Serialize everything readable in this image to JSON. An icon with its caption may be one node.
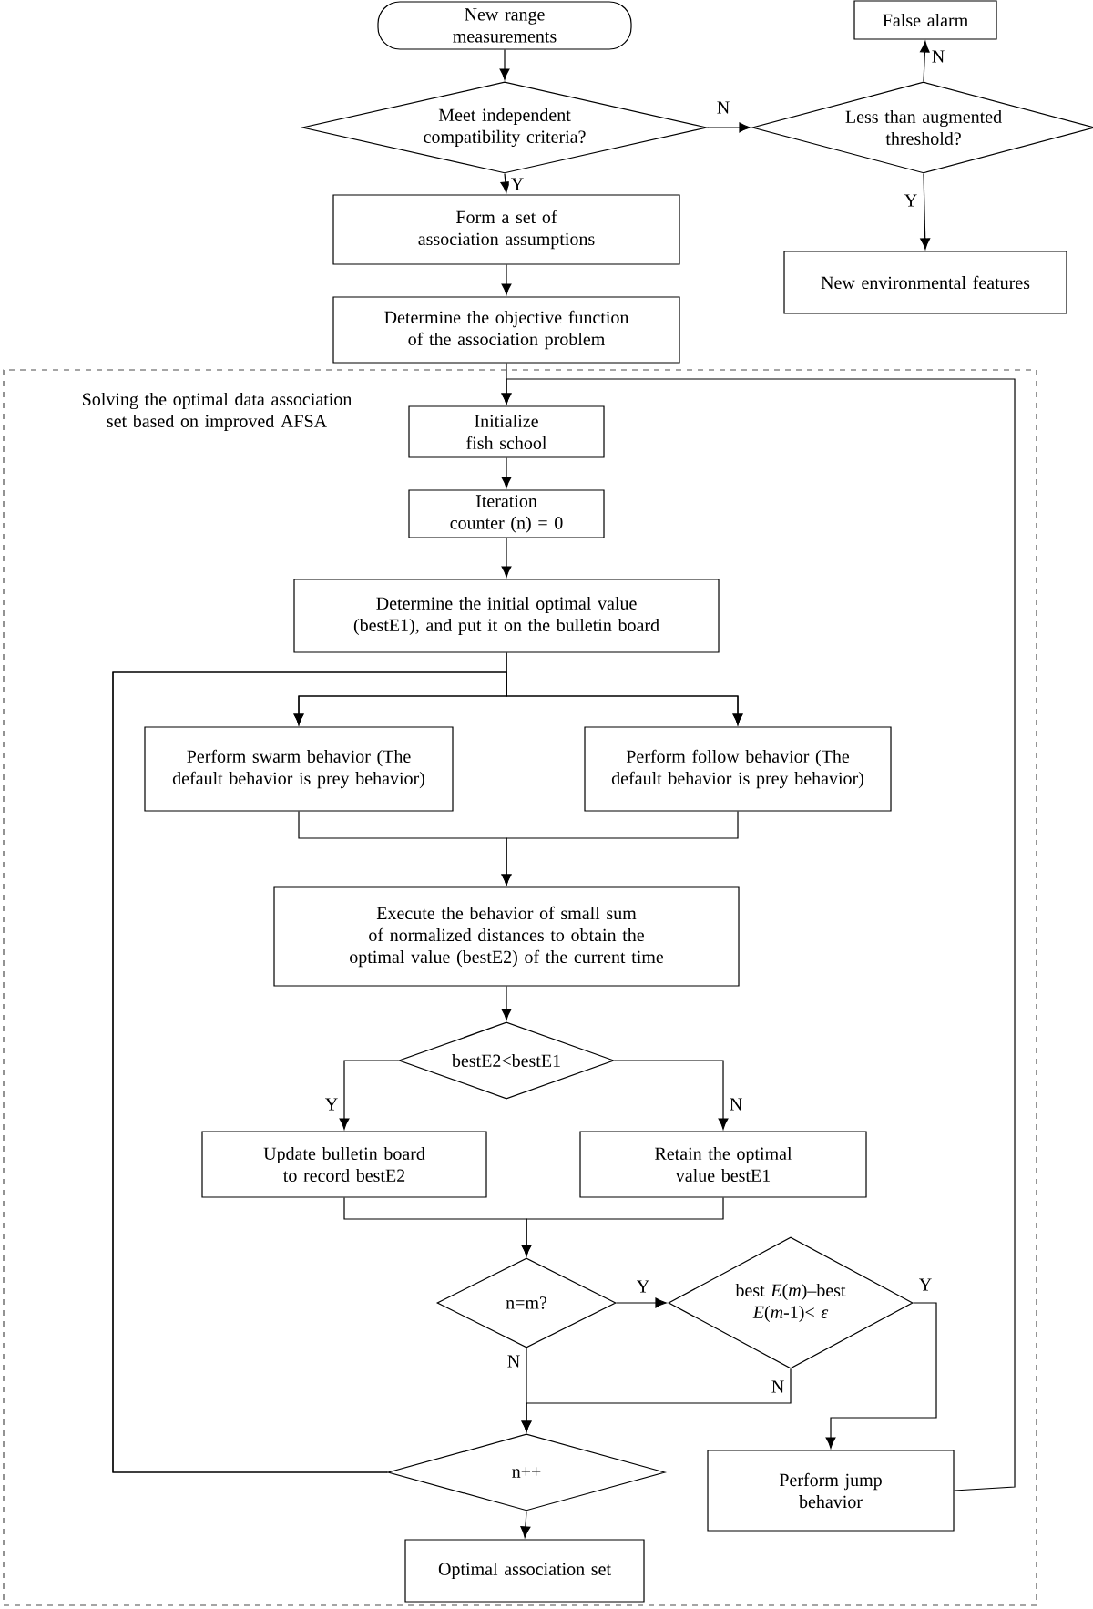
{
  "diagram": {
    "nodes": [
      {
        "text": [
          "New range measurements"
        ]
      },
      {
        "text": [
          "Meet independent compatibility criteria?"
        ]
      },
      {
        "text": [
          "False alarm"
        ]
      },
      {
        "text": [
          "Less than augmented threshold?"
        ]
      },
      {
        "text": [
          "Form a set of association assumptions"
        ]
      },
      {
        "text": [
          "New environmental features"
        ]
      },
      {
        "text": [
          "Determine the objective function of the association problem"
        ]
      },
      {
        "text": [
          "Solving the optimal data association set based on improved AFSA"
        ]
      },
      {
        "text": [
          "Initialize fish school"
        ],
        "in": 7
      },
      {
        "text": [
          "Iteration counter (n) = 0"
        ],
        "in": 7
      },
      {
        "text": [
          "Determine the initial optimal value (bestE1), and put it on the bulletin board"
        ],
        "in": 7
      },
      {
        "text": [
          "Perform swarm behavior (The default behavior is prey behavior)"
        ],
        "in": 7
      },
      {
        "text": [
          "Perform follow behavior (The default behavior is prey behavior)"
        ],
        "in": 7
      },
      {
        "text": [
          "Execute the behavior of small sum of normalized distances to obtain the optimal value (bestE2) of the current time"
        ],
        "in": 7
      },
      {
        "text": [
          "bestE2<bestE1"
        ],
        "in": 7
      },
      {
        "text": [
          "Update bulletin board to record bestE2"
        ],
        "in": 7
      },
      {
        "text": [
          "Retain the optimal value bestE1"
        ],
        "in": 7
      },
      {
        "text": [
          "n=m?"
        ],
        "in": 7
      },
      {
        "text": [
          "best *E*(*m*)–best *E*(*m*-1)< *ε*"
        ],
        "in": 7
      },
      {
        "text": [
          "n++"
        ],
        "in": 7
      },
      {
        "text": [
          "Perform jump behavior"
        ],
        "in": 7
      },
      {
        "text": [
          "Optimal association set"
        ],
        "in": 7
      }
    ],
    "edges": [
      {
        "from": 0,
        "to": 1,
        "arrow": "to"
      },
      {
        "from": 1,
        "to": 4,
        "arrow": "to",
        "label": "Y"
      },
      {
        "from": 1,
        "to": 3,
        "arrow": "to",
        "label": "N"
      },
      {
        "from": 3,
        "to": 2,
        "arrow": "to",
        "label": "N"
      },
      {
        "from": 3,
        "to": 5,
        "arrow": "to",
        "label": "Y"
      },
      {
        "from": 4,
        "to": 6,
        "arrow": "to"
      },
      {
        "from": 6,
        "to": 8,
        "arrow": "to"
      },
      {
        "from": 8,
        "to": 9,
        "arrow": "to"
      },
      {
        "from": 9,
        "to": 10,
        "arrow": "to"
      },
      {
        "from": 10,
        "to": 11,
        "arrow": "to"
      },
      {
        "from": 10,
        "to": 12,
        "arrow": "to"
      },
      {
        "from": 11,
        "to": 13,
        "arrow": "to"
      },
      {
        "from": 12,
        "to": 13,
        "arrow": "to"
      },
      {
        "from": 13,
        "to": 14,
        "arrow": "to"
      },
      {
        "from": 14,
        "to": 15,
        "arrow": "to",
        "label": "Y"
      },
      {
        "from": 14,
        "to": 16,
        "arrow": "to",
        "label": "N"
      },
      {
        "from": 15,
        "to": 17,
        "arrow": "to"
      },
      {
        "from": 16,
        "to": 17,
        "arrow": "to"
      },
      {
        "from": 17,
        "to": 18,
        "arrow": "to",
        "label": "Y"
      },
      {
        "from": 17,
        "to": 19,
        "arrow": "to",
        "label": "N"
      },
      {
        "from": 18,
        "to": 19,
        "arrow": "to",
        "label": "N"
      },
      {
        "from": 18,
        "to": 20,
        "arrow": "to",
        "label": "Y"
      },
      {
        "from": 19,
        "to": 21,
        "arrow": "to"
      },
      {
        "from": 19,
        "to": 11,
        "arrow": "to"
      },
      {
        "from": 19,
        "to": 12,
        "arrow": "to"
      },
      {
        "from": 20,
        "to": 8,
        "arrow": "to"
      }
    ]
  }
}
